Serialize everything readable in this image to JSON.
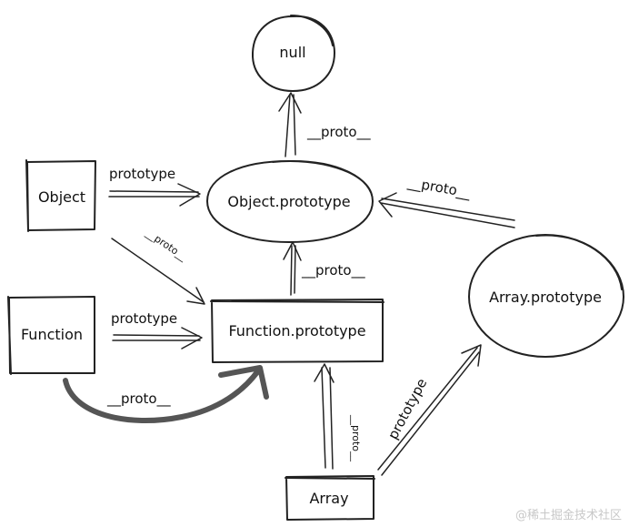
{
  "nodes": {
    "null": "null",
    "object": "Object",
    "object_prototype": "Object.prototype",
    "function": "Function",
    "function_prototype": "Function.prototype",
    "array_prototype": "Array.prototype",
    "array": "Array"
  },
  "edges": {
    "objproto_to_null": "__proto__",
    "object_to_objproto": "prototype",
    "arrproto_to_objproto": "__proto__",
    "object_to_funcproto": "__proto__",
    "funcproto_to_objproto": "__proto__",
    "function_to_funcproto": "prototype",
    "function_self_proto": "__proto__",
    "array_to_funcproto": "__proto__",
    "array_to_arrproto": "prototype"
  },
  "watermark": "@稀土掘金技术社区",
  "colors": {
    "stroke": "#222222",
    "heavy": "#555555",
    "watermark": "#c8c8c8"
  }
}
